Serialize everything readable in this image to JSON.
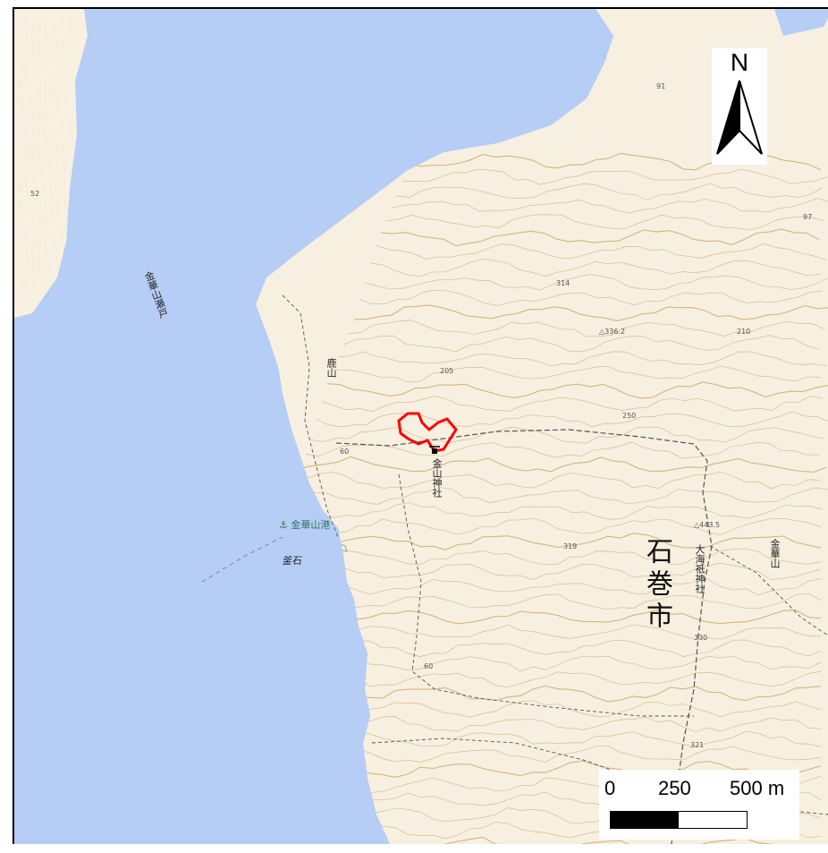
{
  "map": {
    "colors": {
      "sea": "#b6cdf5",
      "land": "#f7efe0",
      "contour": "#caa15a",
      "road": "#555555",
      "site": "#ff0000"
    },
    "labels": {
      "city": "石巻市",
      "shrine_koganeyama": "金山神社",
      "shrine_oumi": "大海祇神社",
      "strait": "金華山瀬戸",
      "port": "金華山港",
      "port_icon": "⚓",
      "place_shikayama": "鹿山",
      "place_kanmaishi": "釜石",
      "peak_kinkasan": "金華山"
    },
    "elevations": [
      "91",
      "97",
      "52",
      "314",
      "△336.2",
      "210",
      "205",
      "250",
      "60",
      "319",
      "△443.5",
      "330",
      "60",
      "321"
    ]
  },
  "north_arrow": {
    "letter": "N"
  },
  "scale_bar": {
    "tick_0": "0",
    "tick_250": "250",
    "tick_500": "500 m"
  }
}
